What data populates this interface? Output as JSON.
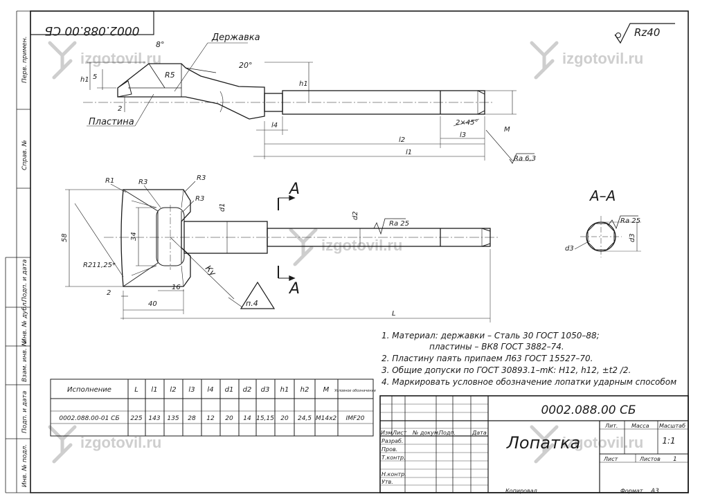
{
  "stamp_code_rotated": "0002.088.00 СБ",
  "watermark": "izgotovil.ru",
  "roughness_general": "Rz40",
  "side_margin": {
    "perv_primen": "Перв. примен.",
    "sprav_no": "Справ. №",
    "podp_data_1": "Подп. и дата",
    "inv_dubl": "Инв. № дубл.",
    "vzam_inv": "Взам. инв. №",
    "podp_data_2": "Подп. и дата",
    "inv_podl": "Инв. № подл."
  },
  "top_view": {
    "label_holder": "Державка",
    "label_plate": "Пластина",
    "dim_8": "8°",
    "dim_r5": "R5",
    "dim_20": "20°",
    "dim_h1": "h1",
    "dim_5": "5",
    "dim_2": "2",
    "dim_h1b": "h1",
    "dim_l4": "l4",
    "dim_chamfer": "2×45°",
    "dim_l3": "l3",
    "dim_m": "M",
    "dim_l2": "l2",
    "dim_l1": "l1",
    "rough_ra63": "Ra 6,3"
  },
  "front_view": {
    "dim_r1": "R1",
    "dim_r3a": "R3",
    "dim_r3b": "R3",
    "dim_r3c": "R3",
    "dim_58": "58",
    "dim_34": "34",
    "dim_d1": "d1",
    "dim_d2": "d2",
    "rough_ra25": "Ra 25",
    "dim_r211": "R211,25*",
    "dim_ku": "Ку",
    "dim_16": "16",
    "dim_2": "2",
    "dim_40": "40",
    "weld_mark": "п.4",
    "dim_l": "L",
    "section_letter_top": "А",
    "section_letter_bottom": "А"
  },
  "section_view": {
    "title": "А–А",
    "rough_ra25": "Ra 25",
    "dim_d3": "d3",
    "dim_d3b": "d3"
  },
  "notes": [
    "1. Материал: державки – Сталь 30 ГОСТ 1050–88;",
    "пластины – ВК8 ГОСТ 3882–74.",
    "2. Пластину паять припаем Л63 ГОСТ 15527–70.",
    "3. Общие допуски по ГОСТ 30893.1–mK: H12, h12, ±t2 /2.",
    "4. Маркировать условное обозначение лопатки ударным способом"
  ],
  "variants_table": {
    "headers": [
      "Исполнение",
      "L",
      "l1",
      "l2",
      "l3",
      "l4",
      "d1",
      "d2",
      "d3",
      "h1",
      "h2",
      "M",
      "Условное обозначение"
    ],
    "rows": [
      [
        "0002.088.00-01 СБ",
        "225",
        "143",
        "135",
        "28",
        "12",
        "20",
        "14",
        "15,15",
        "20",
        "24,5",
        "M14x2",
        "IMF20"
      ]
    ]
  },
  "title_block": {
    "designation": "0002.088.00 СБ",
    "name": "Лопатка",
    "col_izm": "Изм.",
    "col_list": "Лист",
    "col_docnum": "№ докум.",
    "col_podp": "Подп.",
    "col_data": "Дата",
    "row_razrab": "Разраб.",
    "row_prov": "Пров.",
    "row_tkontr": "Т.контр.",
    "row_nkontr": "Н.контр.",
    "row_utv": "Утв.",
    "lit_label": "Лит.",
    "mass_label": "Масса",
    "scale_label": "Масштаб",
    "scale_value": "1:1",
    "list_label": "Лист",
    "listov_label": "Листов",
    "listov_value": "1",
    "copied": "Копировал",
    "format": "Формат",
    "format_value": "А3"
  }
}
